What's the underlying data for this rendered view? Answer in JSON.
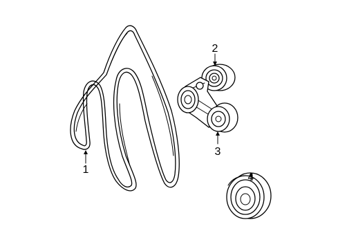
{
  "callouts": {
    "serpentine_belt": "1",
    "idler_pulley": "2",
    "belt_tensioner": "3",
    "pulley": "4"
  },
  "colors": {
    "line": "#000000",
    "background": "#ffffff"
  }
}
